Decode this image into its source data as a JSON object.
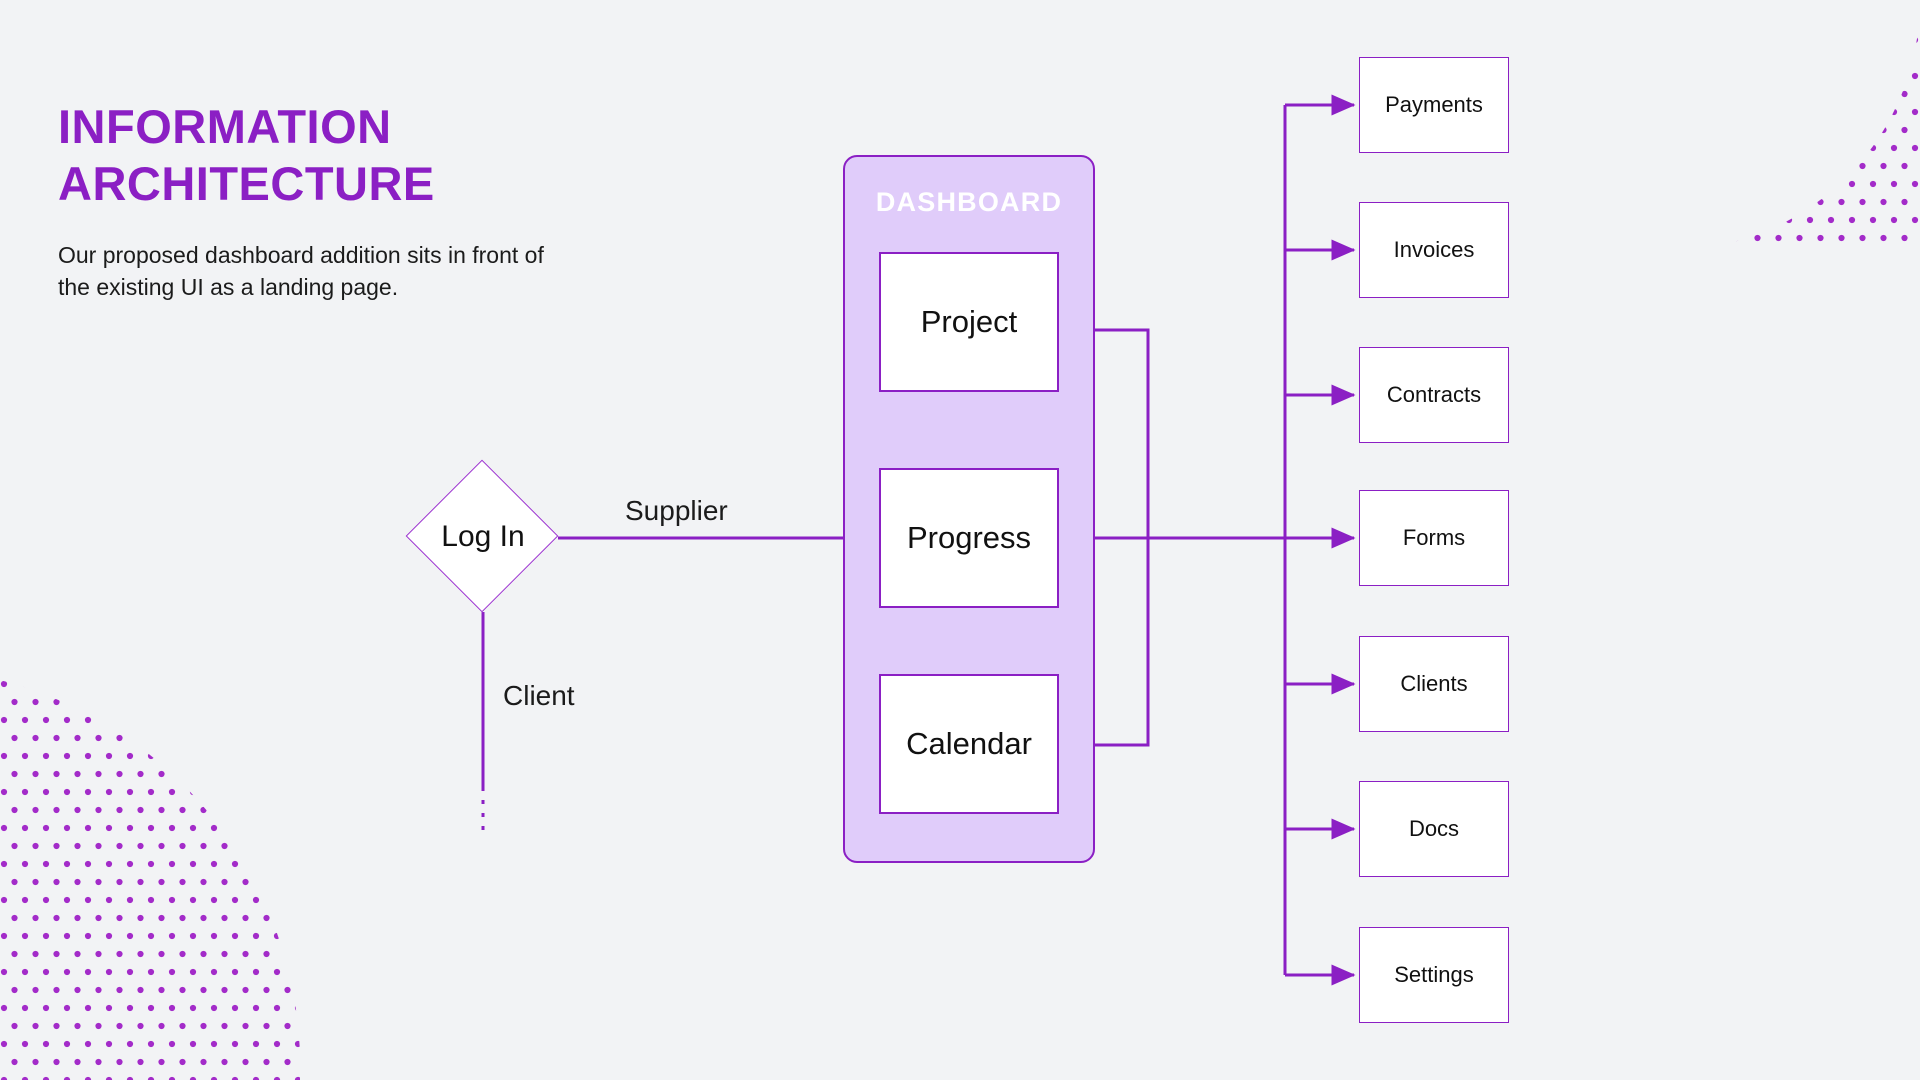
{
  "page": {
    "background_color": "#f2f3f5",
    "accent_color": "#8B1FC4"
  },
  "header": {
    "title": "INFORMATION\nARCHITECTURE",
    "subtitle": "Our proposed dashboard addition sits in front of the existing UI as a landing page."
  },
  "entry": {
    "label": "Log In",
    "shape": "diamond",
    "branches": [
      {
        "label": "Supplier",
        "style": "solid"
      },
      {
        "label": "Client",
        "style": "solid-then-dotted"
      }
    ]
  },
  "dashboard": {
    "title": "DASHBOARD",
    "fill_color": "#e0ccfa",
    "border_color": "#8B1FC4",
    "nodes": [
      {
        "label": "Project"
      },
      {
        "label": "Progress"
      },
      {
        "label": "Calendar"
      }
    ]
  },
  "modules": {
    "title": "",
    "items": [
      {
        "label": "Payments"
      },
      {
        "label": "Invoices"
      },
      {
        "label": "Contracts"
      },
      {
        "label": "Forms"
      },
      {
        "label": "Clients"
      },
      {
        "label": "Docs"
      },
      {
        "label": "Settings"
      }
    ]
  },
  "decoration": {
    "dot_color": "#A32BC9",
    "patterns": [
      "top-right-quarter-arc",
      "bottom-left-quarter-arc"
    ]
  }
}
